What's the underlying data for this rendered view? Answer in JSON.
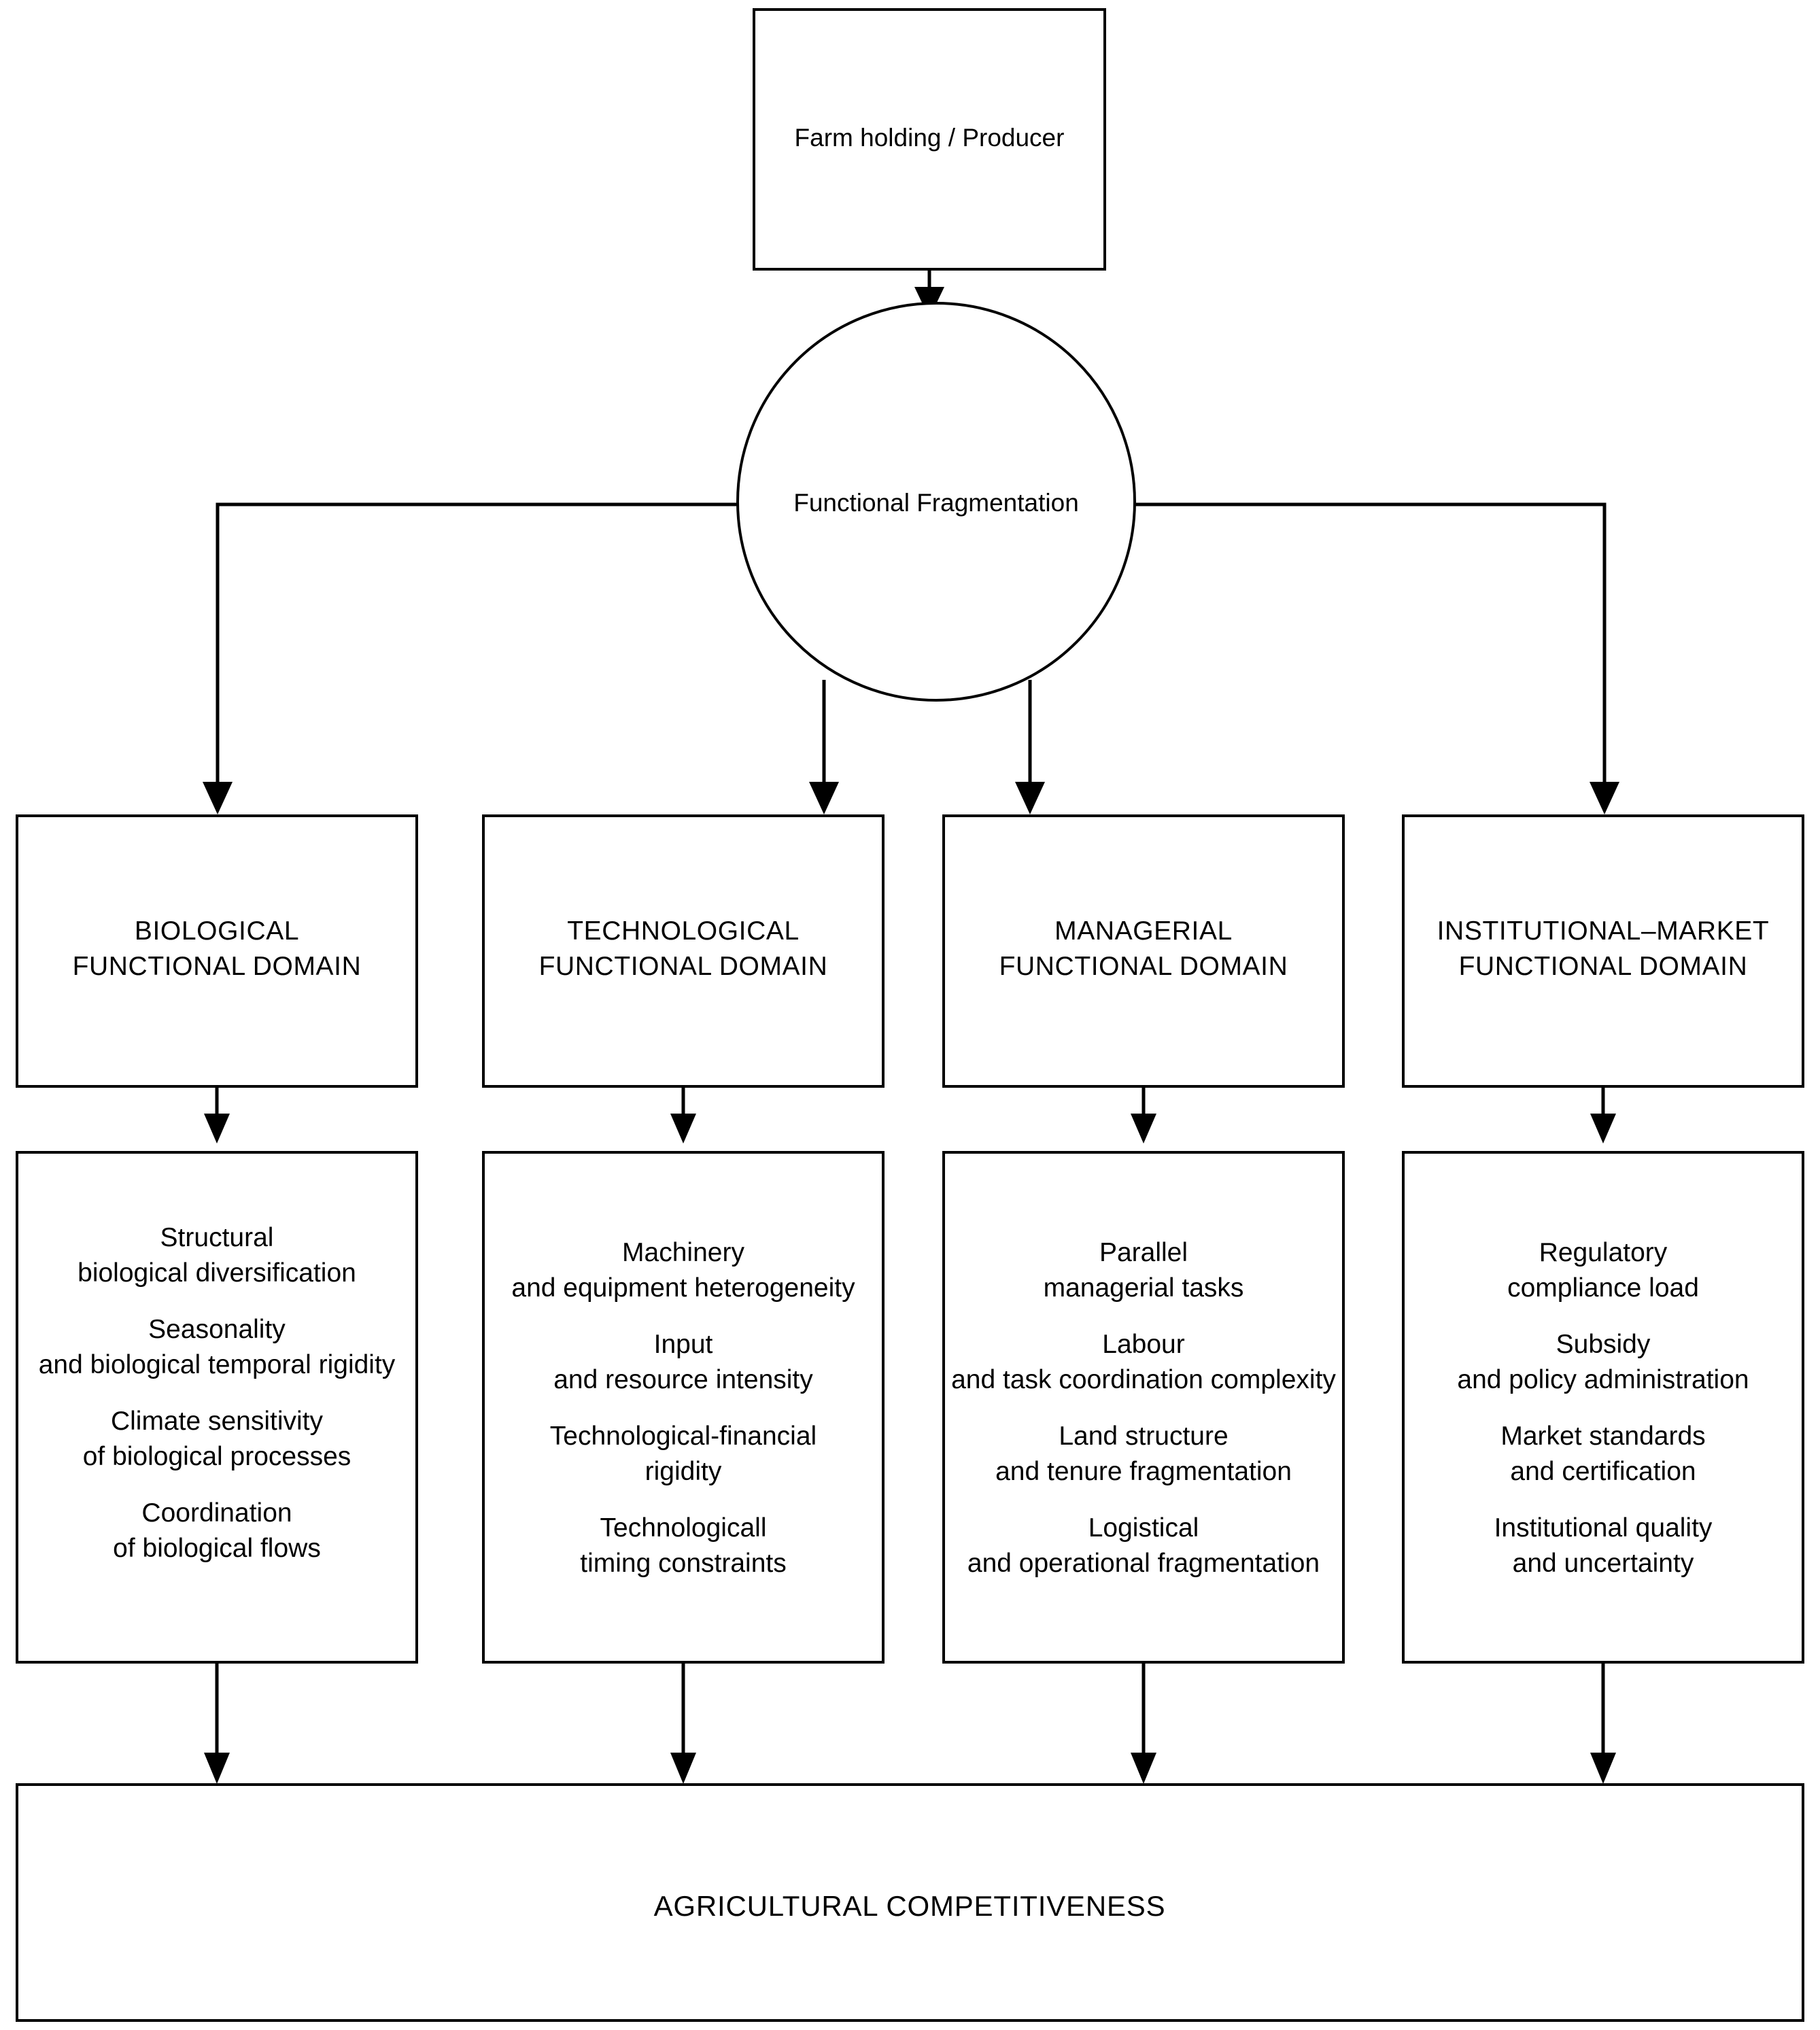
{
  "diagram": {
    "title_node": {
      "label": "Farm holding / Producer"
    },
    "hub_node": {
      "label": "Functional Fragmentation"
    },
    "outcome_node": {
      "label": "AGRICULTURAL COMPETITIVENESS"
    },
    "domains": [
      {
        "id": "biological",
        "title_line1": "BIOLOGICAL",
        "title_line2": "FUNCTIONAL DOMAIN",
        "items": [
          {
            "line1": "Structural",
            "line2": "biological diversification"
          },
          {
            "line1": "Seasonality",
            "line2": "and biological temporal rigidity"
          },
          {
            "line1": "Climate sensitivity",
            "line2": "of biological processes"
          },
          {
            "line1": "Coordination",
            "line2": "of biological flows"
          }
        ]
      },
      {
        "id": "technological",
        "title_line1": "TECHNOLOGICAL",
        "title_line2": "FUNCTIONAL DOMAIN",
        "items": [
          {
            "line1": "Machinery",
            "line2": "and equipment heterogeneity"
          },
          {
            "line1": "Input",
            "line2": "and resource intensity"
          },
          {
            "line1": "Technological-financial",
            "line2": "rigidity"
          },
          {
            "line1": "Technologicall",
            "line2": "timing constraints"
          }
        ]
      },
      {
        "id": "managerial",
        "title_line1": "MANAGERIAL",
        "title_line2": "FUNCTIONAL DOMAIN",
        "items": [
          {
            "line1": "Parallel",
            "line2": "managerial tasks"
          },
          {
            "line1": "Labour",
            "line2": "and task coordination complexity"
          },
          {
            "line1": "Land structure",
            "line2": "and tenure fragmentation"
          },
          {
            "line1": "Logistical",
            "line2": "and operational fragmentation"
          }
        ]
      },
      {
        "id": "institutional-market",
        "title_line1": "INSTITUTIONAL–MARKET",
        "title_line2": "FUNCTIONAL DOMAIN",
        "items": [
          {
            "line1": "Regulatory",
            "line2": "compliance load"
          },
          {
            "line1": "Subsidy",
            "line2": "and policy administration"
          },
          {
            "line1": "Market standards",
            "line2": "and certification"
          },
          {
            "line1": "Institutional quality",
            "line2": "and uncertainty"
          }
        ]
      }
    ],
    "colors": {
      "stroke": "#000000",
      "fill": "#ffffff",
      "text": "#000000"
    }
  }
}
